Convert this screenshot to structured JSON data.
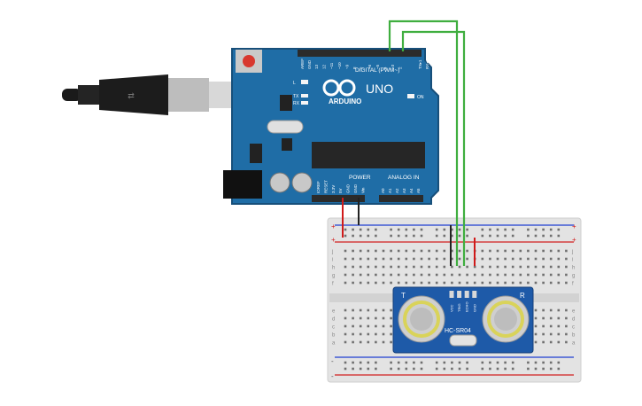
{
  "arduino": {
    "brand": "ARDUINO",
    "model": "UNO",
    "digital_header": "DIGITAL (PWM~)",
    "power_header": "POWER",
    "analog_header": "ANALOG IN",
    "led_on": "ON",
    "led_l": "L",
    "led_tx": "TX",
    "led_rx": "RX",
    "tx_pin": "TX▸1",
    "rx_pin": "RX◂0",
    "aref": "AREF",
    "gnd_top": "GND",
    "top_pins": [
      "13",
      "12",
      "~11",
      "~10",
      "~9",
      "8",
      "7",
      "~6",
      "~5",
      "4",
      "~3",
      "2"
    ],
    "power_pins": [
      "IOREF",
      "RESET",
      "3.3V",
      "5V",
      "GND",
      "GND",
      "Vin"
    ],
    "analog_pins": [
      "A0",
      "A1",
      "A2",
      "A3",
      "A4",
      "A5"
    ],
    "colors": {
      "board": "#1f6da6",
      "board_edge": "#174f7a",
      "header": "#2b2b2b",
      "silk": "#ffffff"
    }
  },
  "sensor": {
    "model": "HC-SR04",
    "pins": [
      "VCC",
      "TRIG",
      "ECHO",
      "GND"
    ],
    "side_left": "T",
    "side_right": "R",
    "colors": {
      "board": "#1e5aa8",
      "ring": "#d9d35a"
    }
  },
  "breadboard": {
    "row_letters_top": [
      "j",
      "i",
      "h",
      "g",
      "f"
    ],
    "row_letters_bottom": [
      "e",
      "d",
      "c",
      "b",
      "a"
    ],
    "rail_plus": "+",
    "rail_minus": "-",
    "colors": {
      "body": "#e3e3e3",
      "rail_red": "#d11f1f",
      "rail_blue": "#1f3fd1"
    }
  },
  "wires": {
    "power_5v_color": "#d01a1a",
    "gnd_color": "#222222",
    "signal_color": "#3fae3f"
  }
}
